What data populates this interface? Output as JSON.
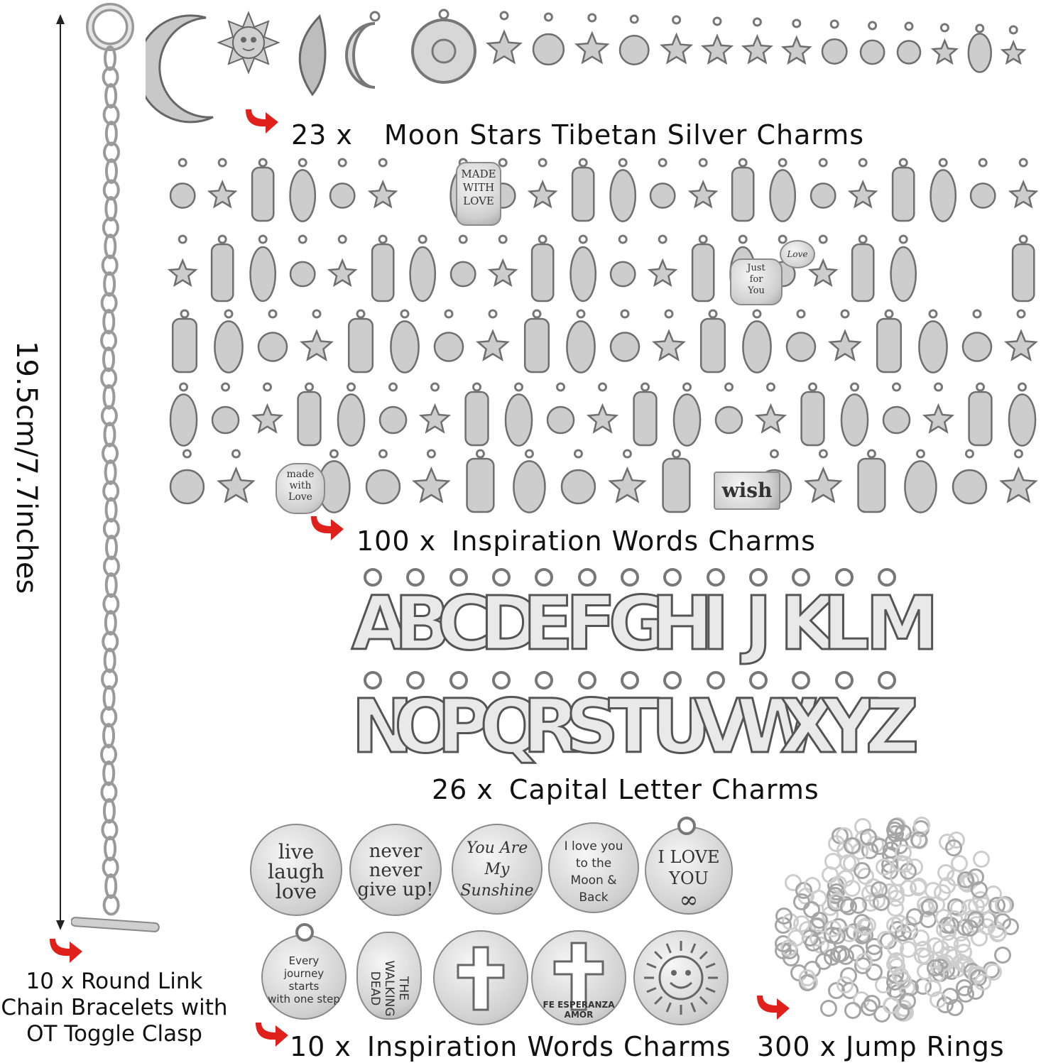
{
  "dimension": {
    "text": "19.5cm/7.7inches"
  },
  "labels": {
    "moon_stars": {
      "count": "23 x",
      "name": "Moon Stars Tibetan Silver Charms"
    },
    "inspiration_charms": {
      "count": "100 x",
      "name": "Inspiration Words Charms"
    },
    "capital_letters": {
      "count": "26 x",
      "name": "Capital Letter Charms"
    },
    "bracelets": {
      "line1": "10 x Round Link",
      "line2": "Chain Bracelets with",
      "line3": "OT Toggle Clasp"
    },
    "word_discs": {
      "count": "10 x",
      "name": "Inspiration Words Charms"
    },
    "jump_rings": {
      "text": "300 x Jump Rings"
    }
  },
  "letters": {
    "row1": [
      "A",
      "B",
      "C",
      "D",
      "E",
      "F",
      "G",
      "H",
      "I",
      "J",
      "K",
      "L",
      "M"
    ],
    "row2": [
      "N",
      "O",
      "P",
      "Q",
      "R",
      "S",
      "T",
      "U",
      "V",
      "W",
      "X",
      "Y",
      "Z"
    ]
  },
  "disc_texts": {
    "d1": [
      "live",
      "laugh",
      "love"
    ],
    "d2": [
      "never",
      "never",
      "give up!"
    ],
    "d3": [
      "You Are",
      "My",
      "Sunshine"
    ],
    "d4": [
      "I love you",
      "to the",
      "Moon &",
      "Back"
    ],
    "d5": [
      "I LOVE",
      "YOU"
    ],
    "d6": [
      "Every",
      "journey",
      "starts",
      "with one step"
    ],
    "d7": [
      "THE",
      "WALKING",
      "DEAD"
    ],
    "d9": [
      "FE ESPERANZA AMOR"
    ]
  },
  "charm_texts": {
    "made_with_love": [
      "MADE",
      "WITH",
      "LOVE"
    ],
    "wish": "wish",
    "love": "Love",
    "just_for_you": [
      "Just",
      "for",
      "You"
    ],
    "made_with_love_heart": [
      "made",
      "with",
      "Love"
    ]
  },
  "colors": {
    "arrow": "#e0201b",
    "silver": "#b9b9b9",
    "silver_dark": "#6f6f6f"
  }
}
